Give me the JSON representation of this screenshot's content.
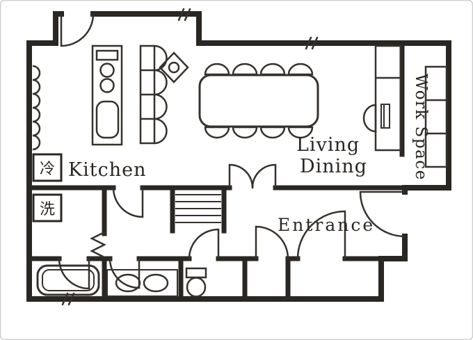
{
  "style": {
    "background": "#ffffff",
    "frame_color": "#cccccc",
    "wall_color": "#2a2723",
    "line_color": "#35312c",
    "text_color": "#2a2723"
  },
  "labels": {
    "kitchen": "Kitchen",
    "living": "Living",
    "dining": "Dining",
    "work_space": "Work Space",
    "entrance": "Entrance",
    "refrigerator": "冷",
    "washing_machine": "洗"
  }
}
